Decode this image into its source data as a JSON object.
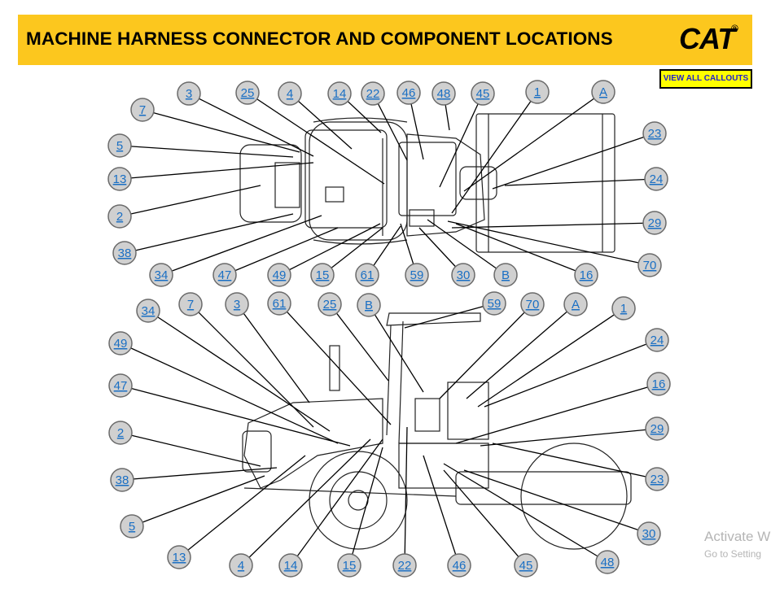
{
  "header": {
    "title": "MACHINE HARNESS CONNECTOR AND COMPONENT LOCATIONS",
    "logo_text": "CAT",
    "logo_mark": "®",
    "banner_color": "#fcc71e"
  },
  "view_all_button": {
    "label": "VIEW ALL CALLOUTS"
  },
  "top_view_callouts": [
    "3",
    "25",
    "4",
    "14",
    "22",
    "46",
    "48",
    "45",
    "1",
    "A",
    "7",
    "5",
    "13",
    "2",
    "38",
    "23",
    "24",
    "29",
    "70",
    "34",
    "47",
    "49",
    "15",
    "61",
    "59",
    "30",
    "B",
    "16"
  ],
  "side_view_callouts": [
    "34",
    "7",
    "3",
    "61",
    "25",
    "B",
    "59",
    "70",
    "A",
    "1",
    "49",
    "24",
    "47",
    "16",
    "2",
    "29",
    "38",
    "23",
    "5",
    "30",
    "13",
    "4",
    "14",
    "15",
    "22",
    "46",
    "45",
    "48"
  ],
  "watermark": {
    "line1": "Activate W",
    "line2": "Go to Setting"
  },
  "colors": {
    "callout_fill": "#d0d0d0",
    "callout_text": "#1a6fc4",
    "line": "#000000"
  }
}
